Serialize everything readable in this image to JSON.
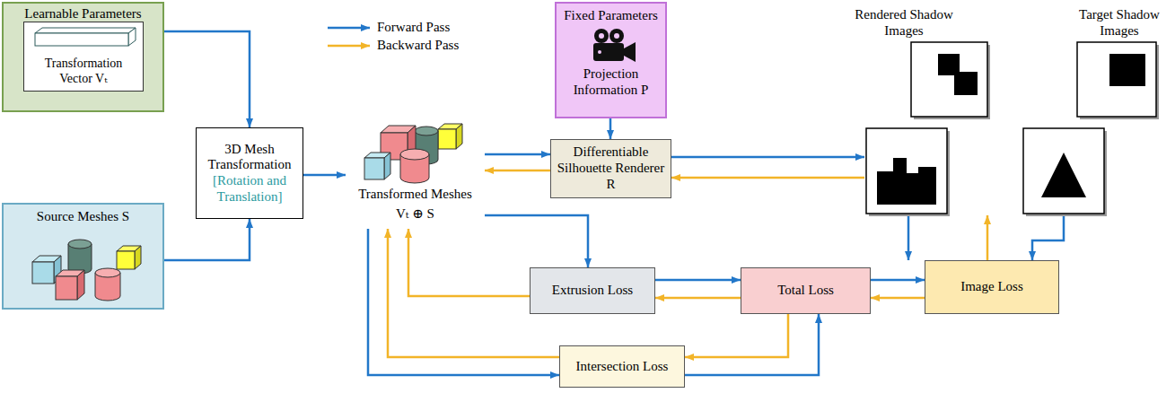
{
  "diagram": {
    "nodes": [
      {
        "text": [
          "Learnable Parameters"
        ]
      },
      {
        "text": [
          "Transformation Vector Vₜ"
        ],
        "in": 0
      },
      {
        "text": [
          "Source Meshes S"
        ]
      },
      {
        "text": [
          "3D Mesh Transformation",
          "[Rotation and Translation]"
        ]
      },
      {
        "text": [
          "Transformed Meshes",
          "Vₜ ⊕ S"
        ]
      },
      {
        "text": [
          "Fixed Parameters",
          "Projection Information P"
        ]
      },
      {
        "text": [
          "Differentiable Silhouette Renderer R"
        ]
      },
      {
        "text": [
          "Rendered Shadow Images"
        ]
      },
      {
        "text": [
          "Target Shadow Images"
        ]
      },
      {
        "text": [
          "Extrusion Loss"
        ]
      },
      {
        "text": [
          "Total Loss"
        ]
      },
      {
        "text": [
          "Image Loss"
        ]
      },
      {
        "text": [
          "Intersection Loss"
        ]
      }
    ],
    "edges": [
      {
        "from": 0,
        "to": 3,
        "arrow": "to"
      },
      {
        "from": 2,
        "to": 3,
        "arrow": "to"
      },
      {
        "from": 3,
        "to": 4,
        "arrow": "to"
      },
      {
        "from": 4,
        "to": 6,
        "arrow": "to"
      },
      {
        "from": 6,
        "to": 4,
        "arrow": "to"
      },
      {
        "from": 5,
        "to": 6,
        "arrow": "to"
      },
      {
        "from": 6,
        "to": 7,
        "arrow": "to"
      },
      {
        "from": 7,
        "to": 6,
        "arrow": "to"
      },
      {
        "from": 4,
        "to": 9,
        "arrow": "to"
      },
      {
        "from": 9,
        "to": 4,
        "arrow": "to"
      },
      {
        "from": 9,
        "to": 10,
        "arrow": "to"
      },
      {
        "from": 10,
        "to": 9,
        "arrow": "to"
      },
      {
        "from": 4,
        "to": 12,
        "arrow": "to"
      },
      {
        "from": 12,
        "to": 4,
        "arrow": "to"
      },
      {
        "from": 12,
        "to": 10,
        "arrow": "to"
      },
      {
        "from": 10,
        "to": 12,
        "arrow": "to"
      },
      {
        "from": 10,
        "to": 11,
        "arrow": "to"
      },
      {
        "from": 11,
        "to": 10,
        "arrow": "to"
      },
      {
        "from": 7,
        "to": 11,
        "arrow": "to"
      },
      {
        "from": 8,
        "to": 11,
        "arrow": "to"
      },
      {
        "from": 11,
        "to": 7,
        "arrow": "to"
      }
    ],
    "legend": [
      {
        "text": "Forward Pass"
      },
      {
        "text": "Backward Pass"
      }
    ]
  }
}
